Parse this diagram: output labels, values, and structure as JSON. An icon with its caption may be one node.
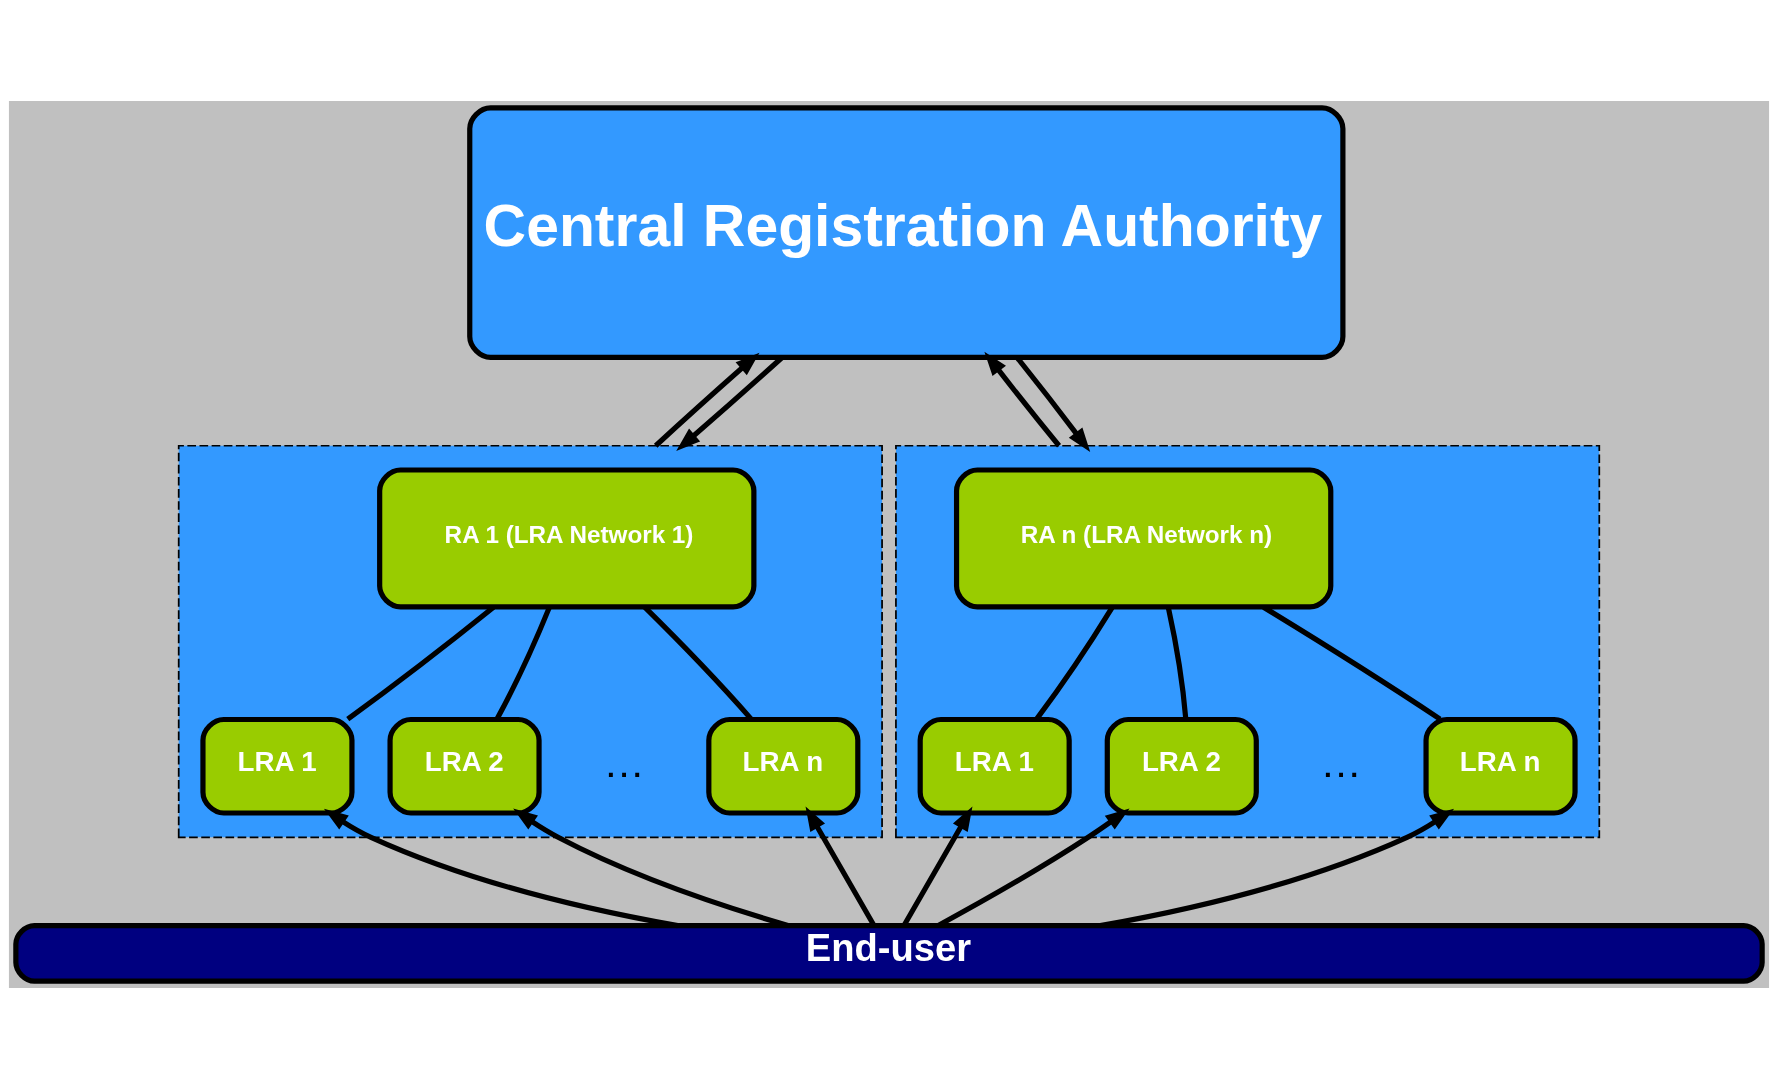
{
  "diagram": {
    "nodes": [
      {
        "text": [
          "Central Registration Authority"
        ]
      },
      {
        "text": [],
        "shape": "box"
      },
      {
        "text": [
          "RA 1 (LRA Network 1)"
        ],
        "in": 1
      },
      {
        "text": [
          "LRA 1"
        ],
        "in": 1
      },
      {
        "text": [
          "LRA 2"
        ],
        "in": 1
      },
      {
        "text": [
          "LRA n"
        ],
        "in": 1
      },
      {
        "text": [],
        "shape": "box"
      },
      {
        "text": [
          "RA n (LRA Network n)"
        ],
        "in": 6
      },
      {
        "text": [
          "LRA 1"
        ],
        "in": 6
      },
      {
        "text": [
          "LRA 2"
        ],
        "in": 6
      },
      {
        "text": [
          "LRA n"
        ],
        "in": 6
      },
      {
        "text": [
          "End-user"
        ]
      }
    ],
    "edges": [
      {
        "from": 1,
        "to": 0,
        "arrow": "to"
      },
      {
        "from": 0,
        "to": 1,
        "arrow": "to"
      },
      {
        "from": 0,
        "to": 6,
        "arrow": "to"
      },
      {
        "from": 6,
        "to": 0,
        "arrow": "to"
      },
      {
        "from": 2,
        "to": 3,
        "arrow": "none"
      },
      {
        "from": 2,
        "to": 4,
        "arrow": "none"
      },
      {
        "from": 2,
        "to": 5,
        "arrow": "none"
      },
      {
        "from": 7,
        "to": 8,
        "arrow": "none"
      },
      {
        "from": 7,
        "to": 9,
        "arrow": "none"
      },
      {
        "from": 7,
        "to": 10,
        "arrow": "none"
      },
      {
        "from": 11,
        "to": 3,
        "arrow": "to"
      },
      {
        "from": 11,
        "to": 4,
        "arrow": "to"
      },
      {
        "from": 11,
        "to": 5,
        "arrow": "to"
      },
      {
        "from": 11,
        "to": 8,
        "arrow": "to"
      },
      {
        "from": 11,
        "to": 9,
        "arrow": "to"
      },
      {
        "from": 11,
        "to": 10,
        "arrow": "to"
      }
    ],
    "labels": [
      "…",
      "…"
    ]
  }
}
